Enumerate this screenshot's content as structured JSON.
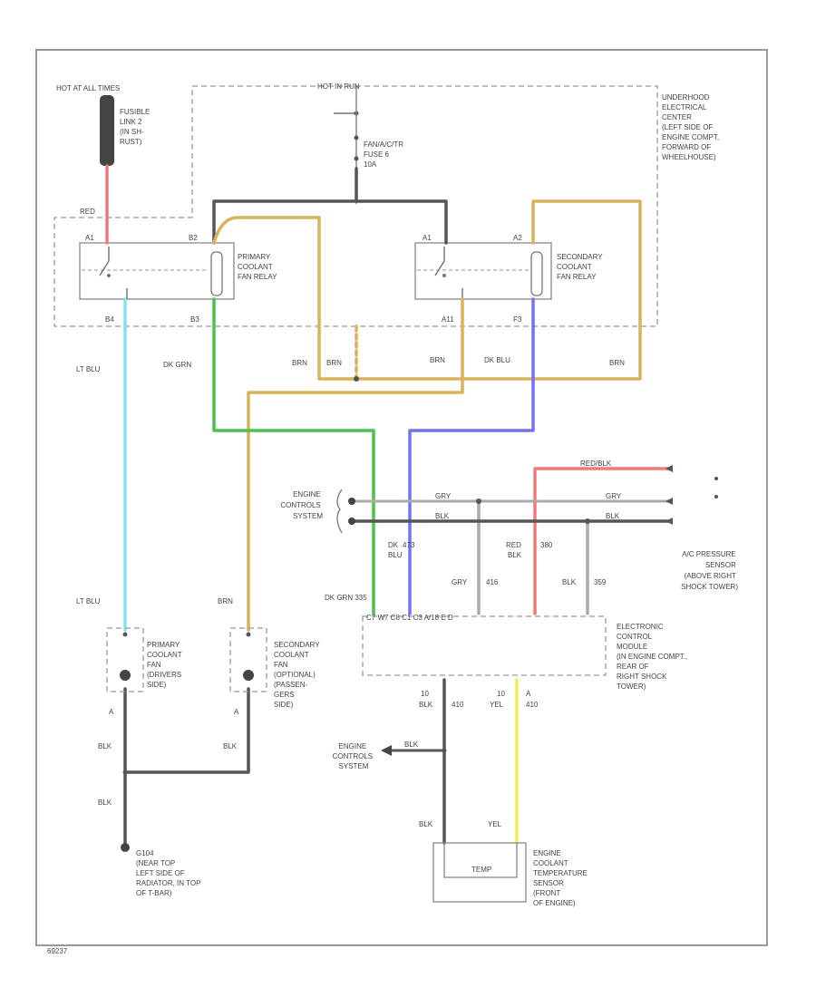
{
  "labels": {
    "hot_at_all_times": "HOT AT ALL TIMES",
    "fusible_link": [
      "FUSIBLE",
      "LINK 2",
      "(IN SH-",
      "RUST)"
    ],
    "hot_in_run": "HOT IN RUN",
    "underhood": [
      "UNDERHOOD",
      "ELECTRICAL",
      "CENTER",
      "(LEFT SIDE OF",
      "ENGINE COMPT,",
      "FORWARD OF",
      "WHEELHOUSE)"
    ],
    "fuse": [
      "FAN/A/C/TR",
      "FUSE 6",
      "10A"
    ],
    "red_top": "RED",
    "primary_relay": [
      "PRIMARY",
      "COOLANT",
      "FAN RELAY"
    ],
    "secondary_relay": [
      "SECONDARY",
      "COOLANT",
      "FAN RELAY"
    ],
    "p_a": "A1",
    "p_b": "B2",
    "p_c": "B4",
    "p_d": "B3",
    "s_a": "A1",
    "s_b": "A2",
    "s_c": "A11",
    "s_d": "F3",
    "dk_grn_a": "DK GRN",
    "lt_blu_a": "LT BLU",
    "brn_a": "BRN",
    "brn_b": "BRN",
    "brn_c": "BRN",
    "dk_blu": "DK BLU",
    "brn_d": "BRN",
    "engine_controls_1": [
      "ENGINE",
      "CONTROLS",
      "SYSTEM"
    ],
    "gry_1": "GRY",
    "blk_1": "BLK",
    "gry_2": "GRY",
    "blk_2": "BLK",
    "red_blk_top": "RED/BLK",
    "dk_blu_473": [
      "DK",
      "473",
      "BLU"
    ],
    "red_blk_380": [
      "RED",
      "380",
      "BLK"
    ],
    "gry_416": [
      "GRY",
      "416"
    ],
    "blk_359": [
      "BLK",
      "359"
    ],
    "dk_grn_335": "DK GRN  335",
    "ac_pressure": [
      "A/C PRESSURE",
      "SENSOR",
      "(ABOVE RIGHT",
      "SHOCK TOWER)"
    ],
    "ecm_pins": "C7  W7  C8   C1  C3  A/18  E   D",
    "ecm": [
      "ELECTRONIC",
      "CONTROL",
      "MODULE",
      "(IN ENGINE COMPT.,",
      "REAR OF",
      "RIGHT SHOCK",
      "TOWER)"
    ],
    "lt_blu_b": "LT BLU",
    "brn_e": "BRN",
    "primary_fan": [
      "PRIMARY",
      "COOLANT",
      "FAN",
      "(DRIVERS",
      "SIDE)"
    ],
    "secondary_fan": [
      "SECONDARY",
      "COOLANT",
      "FAN",
      "(OPTIONAL)",
      "(PASSEN-",
      "GERS",
      "SIDE)"
    ],
    "fan_a1": "A",
    "fan_a2": "A",
    "blk_470": [
      "10",
      "BLK",
      "410"
    ],
    "yel_410": [
      "10",
      "A",
      "YEL",
      "410"
    ],
    "blk_left_1": "BLK",
    "blk_left_2": "BLK",
    "blk_left_3": "BLK",
    "engine_controls_2": [
      "ENGINE",
      "CONTROLS",
      "SYSTEM"
    ],
    "blk_arrow": "BLK",
    "blk_sensor": "BLK",
    "yel_sensor": "YEL",
    "coolant_sensor": [
      "ENGINE",
      "COOLANT",
      "TEMPERATURE",
      "SENSOR",
      "(FRONT",
      "OF ENGINE)"
    ],
    "temp_label": "TEMP",
    "ground": [
      "G104",
      "(NEAR TOP",
      "LEFT SIDE OF",
      "RADIATOR, IN TOP",
      "OF T-BAR)"
    ],
    "corner": "69237"
  },
  "colors": {
    "red": "#f07a7a",
    "black": "#555555",
    "tan": "#d9b35c",
    "green": "#4cc24c",
    "blue": "#6f73f0",
    "lt_blue": "#7fe3f2",
    "yellow": "#f0f055",
    "gray": "#aaaaaa"
  }
}
